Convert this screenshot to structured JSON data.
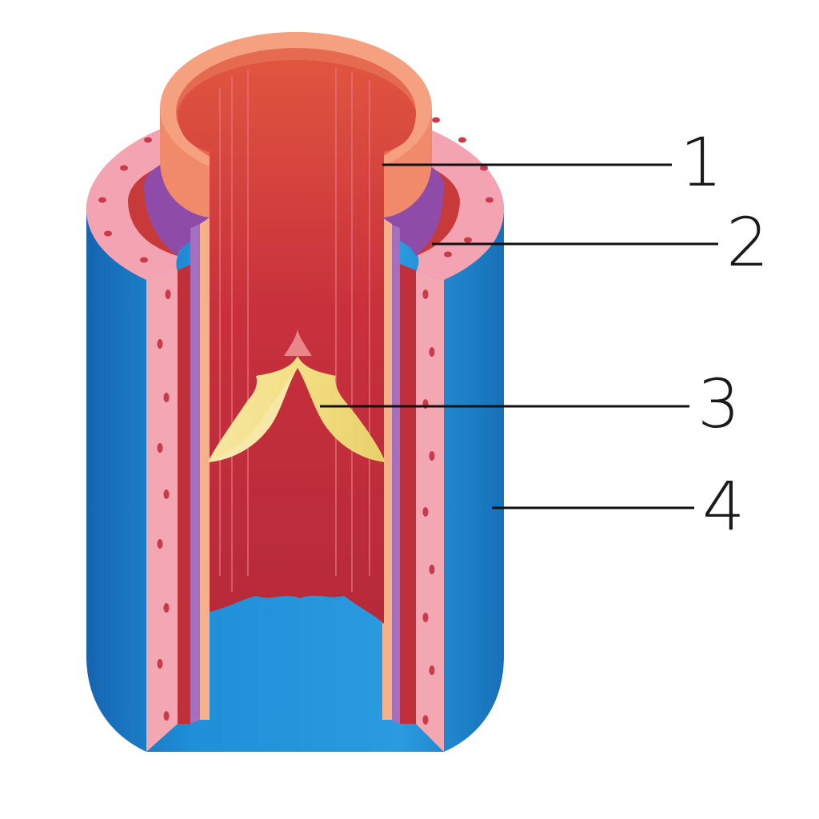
{
  "diagram": {
    "labels": [
      {
        "id": "1",
        "text": "1"
      },
      {
        "id": "2",
        "text": "2"
      },
      {
        "id": "3",
        "text": "3"
      },
      {
        "id": "4",
        "text": "4"
      }
    ],
    "colors": {
      "outer_layer": "#1f8fd8",
      "outer_layer_dark": "#1670b8",
      "connective_layer": "#f2a7b3",
      "connective_dots": "#c93a4a",
      "muscle_layer": "#c83a3a",
      "elastic_layer": "#8e4ca8",
      "inner_lining": "#f08a6a",
      "lumen": "#c9343f",
      "valve": "#f3e08a"
    }
  }
}
